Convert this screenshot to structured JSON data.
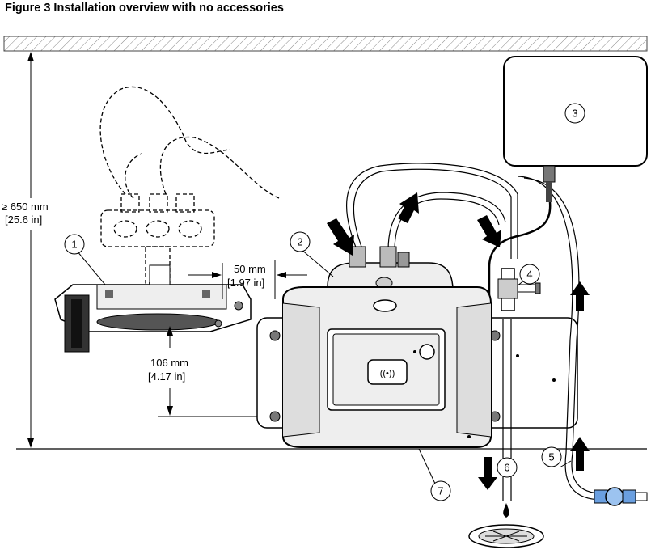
{
  "figure": {
    "title": "Figure 3  Installation overview with no accessories"
  },
  "dimensions": {
    "height_label": "≥ 650 mm",
    "height_label_in": "[25.6 in]",
    "side_label": "50 mm",
    "side_label_in": "[1.97 in]",
    "bottom_label": "106 mm",
    "bottom_label_in": "[4.17 in]"
  },
  "callouts": [
    "1",
    "2",
    "3",
    "4",
    "5",
    "6",
    "7"
  ],
  "device": {
    "rfid_glyph": "((•))"
  },
  "icons": {
    "flow_arrow": "arrow-icon",
    "drain": "floor-drain-icon",
    "drop": "water-drop-icon",
    "valve": "ball-valve-icon"
  }
}
